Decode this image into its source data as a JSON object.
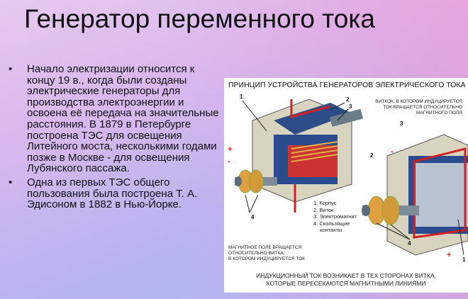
{
  "slide": {
    "title": "Генератор переменного тока",
    "bullets": [
      "Начало электризации относится к концу 19 в., когда были созданы электрические генераторы для производства электроэнергии и освоена её передача на значительные расстояния. В 1879 в Петербурге построена ТЭС для освещения Литейного моста, несколькими годами позже в Москве - для освещения Лубянского пассажа.",
      "Одна из первых ТЭС общего пользования была построена Т. А. Эдисоном в 1882 в Нью-Йорке."
    ],
    "bullet_symbol": "•"
  },
  "figure": {
    "title": "ПРИНЦИП УСТРОЙСТВА ГЕНЕРАТОРОВ ЭЛЕКТРИЧЕСКОГО ТОКА",
    "caption_right": [
      "ВИТКОК, В КОТОРОМ ИНДУЦИРУЕТСЯ",
      "ТОК ВРАЩАЕТСЯ ОТНОСИТЕЛЬНО",
      "МАГНИТНОГО ПОЛЯ"
    ],
    "caption_left": [
      "МАГНИТНОЕ ПОЛЕ ВРАЩАЕТСЯ",
      "ОТНОСИТЕЛЬНО ВИТКА,",
      "В КОТОРОМ ИНДУЦИРУЕТСЯ ТОК"
    ],
    "legend": [
      "1. Корпус",
      "2. Виток",
      "3. Электромагнит",
      "4. Скользящие",
      "контакты"
    ],
    "bottom_caption": [
      "ИНДУКЦИОННЫЙ ТОК ВОЗНИКАЕТ В ТЕХ СТОРОНАХ ВИТКА,",
      "КОТОРЫЕ ПЕРЕСЕКАЮТСЯ МАГНИТНЫМИ ЛИНИЯМИ"
    ],
    "numbers": [
      "1",
      "2",
      "3",
      "4",
      "3",
      "2",
      "4",
      "1"
    ],
    "signs": [
      "+",
      "-",
      "-",
      "+"
    ]
  }
}
